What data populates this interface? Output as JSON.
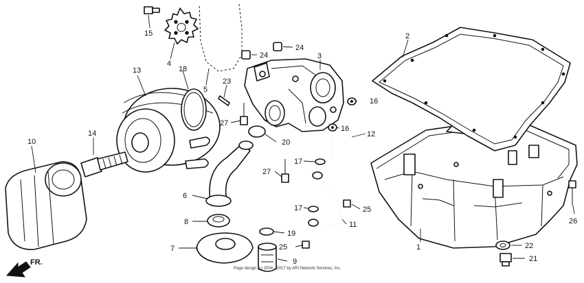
{
  "diagram": {
    "callouts": [
      {
        "id": "c1",
        "text": "1"
      },
      {
        "id": "c2",
        "text": "2"
      },
      {
        "id": "c3",
        "text": "3"
      },
      {
        "id": "c4",
        "text": "4"
      },
      {
        "id": "c5",
        "text": "5"
      },
      {
        "id": "c6",
        "text": "6"
      },
      {
        "id": "c7",
        "text": "7"
      },
      {
        "id": "c8",
        "text": "8"
      },
      {
        "id": "c9",
        "text": "9"
      },
      {
        "id": "c10",
        "text": "10"
      },
      {
        "id": "c11",
        "text": "11"
      },
      {
        "id": "c12",
        "text": "12"
      },
      {
        "id": "c13",
        "text": "13"
      },
      {
        "id": "c14",
        "text": "14"
      },
      {
        "id": "c15",
        "text": "15"
      },
      {
        "id": "c16a",
        "text": "16"
      },
      {
        "id": "c16b",
        "text": "16"
      },
      {
        "id": "c17a",
        "text": "17"
      },
      {
        "id": "c17b",
        "text": "17"
      },
      {
        "id": "c18",
        "text": "18"
      },
      {
        "id": "c19",
        "text": "19"
      },
      {
        "id": "c20",
        "text": "20"
      },
      {
        "id": "c21",
        "text": "21"
      },
      {
        "id": "c22",
        "text": "22"
      },
      {
        "id": "c23",
        "text": "23"
      },
      {
        "id": "c24a",
        "text": "24"
      },
      {
        "id": "c24b",
        "text": "24"
      },
      {
        "id": "c25a",
        "text": "25"
      },
      {
        "id": "c25b",
        "text": "25"
      },
      {
        "id": "c26",
        "text": "26"
      },
      {
        "id": "c27a",
        "text": "27"
      },
      {
        "id": "c27b",
        "text": "27"
      }
    ],
    "front_marker": "FR.",
    "copyright": "Page design (c) 2004 - 2017 by ARI Network Services, Inc."
  }
}
